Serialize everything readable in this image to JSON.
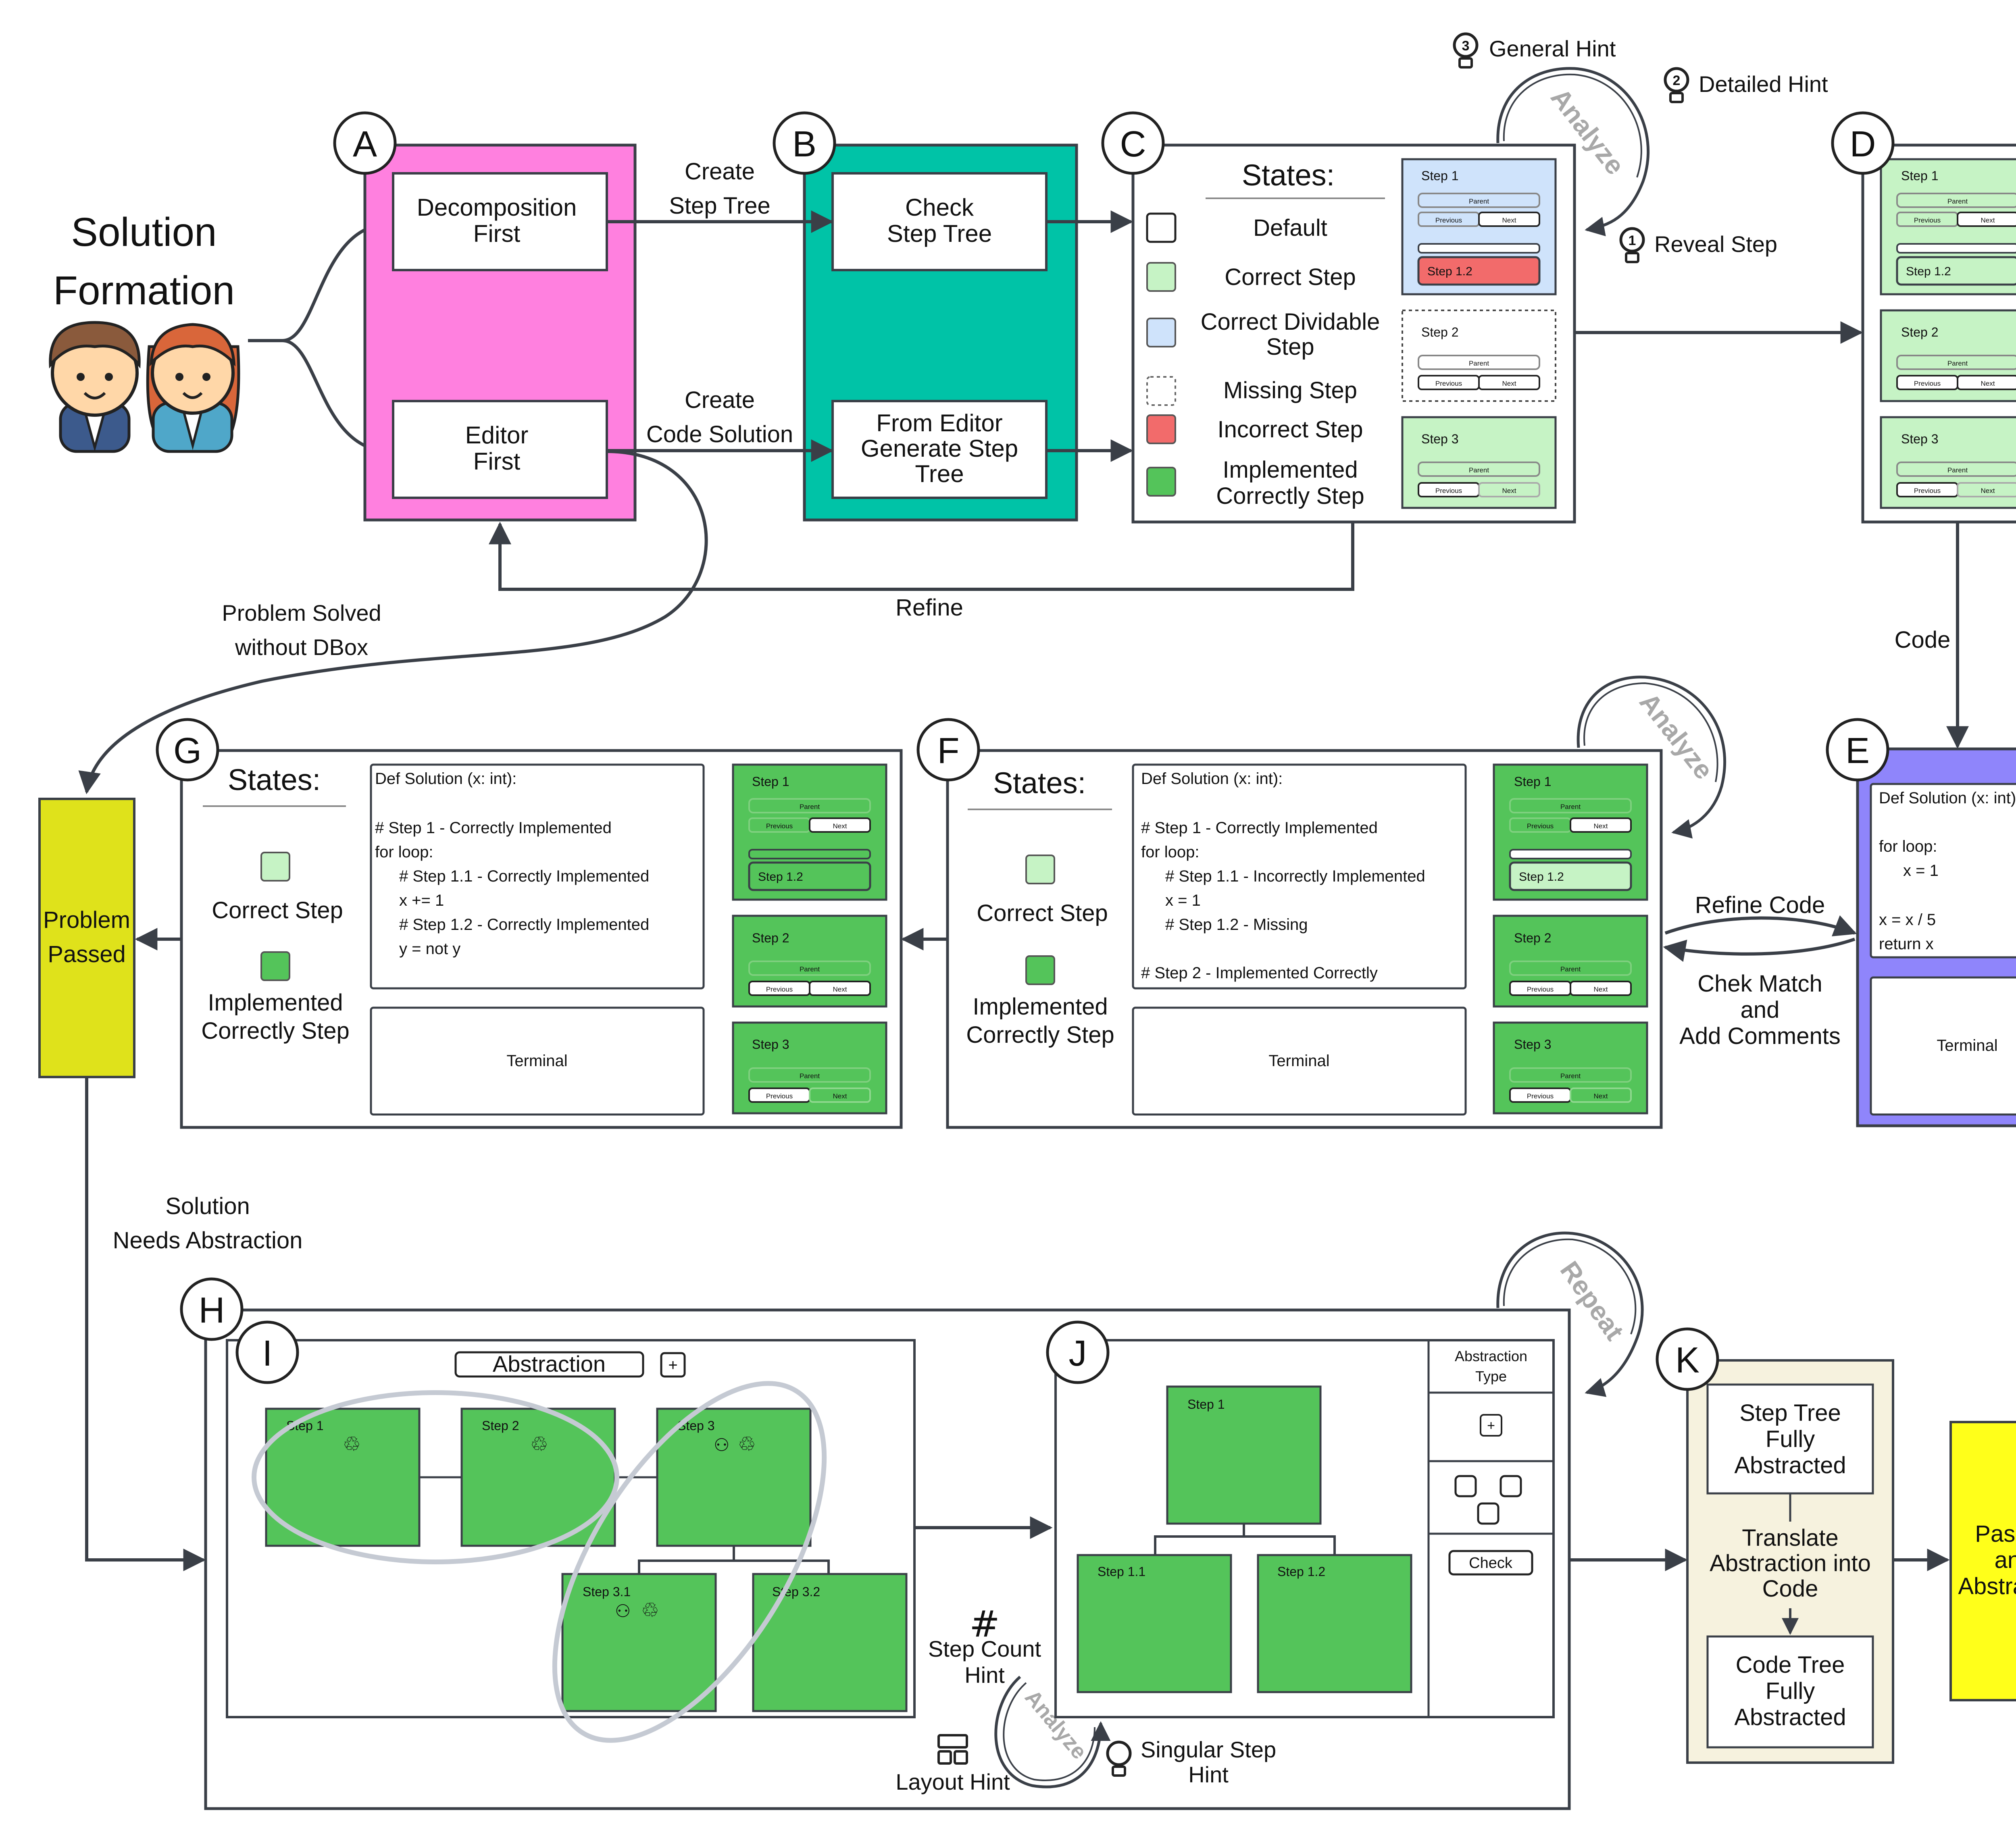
{
  "title": {
    "line1": "Solution",
    "line2": "Formation"
  },
  "circles": {
    "a": "A",
    "b": "B",
    "c": "C",
    "d": "D",
    "e": "E",
    "f": "F",
    "g": "G",
    "h": "H",
    "i": "I",
    "j": "J",
    "k": "K"
  },
  "boxA": {
    "top1": "Decomposition",
    "top2": "First",
    "bot1": "Editor",
    "bot2": "First"
  },
  "boxB": {
    "top1": "Check",
    "top2": "Step Tree",
    "bot1": "From Editor",
    "bot2": "Generate Step",
    "bot3": "Tree"
  },
  "flow": {
    "create_step_tree_1": "Create",
    "create_step_tree_2": "Step Tree",
    "create_code_1": "Create",
    "create_code_2": "Code Solution",
    "refine": "Refine",
    "solved_1": "Problem Solved",
    "solved_2": "without DBox",
    "code": "Code",
    "refine_code": "Refine Code",
    "check_1": "Chek Match",
    "check_2": "and",
    "check_3": "Add Comments",
    "abstraction_1": "Solution",
    "abstraction_2": "Needs Abstraction"
  },
  "hints": {
    "general": "General Hint",
    "detailed": "Detailed Hint",
    "reveal": "Reveal Step",
    "analyze": "Analyze",
    "repeat": "Repeat",
    "step_count_1": "Step Count",
    "step_count_2": "Hint",
    "layout": "Layout  Hint",
    "singular_1": "Singular Step",
    "singular_2": "Hint",
    "num3": "3",
    "num2": "2",
    "num1": "1"
  },
  "states_c": {
    "title": "States:",
    "default": "Default",
    "correct": "Correct Step",
    "dividable_1": "Correct Dividable",
    "dividable_2": "Step",
    "missing": "Missing Step",
    "incorrect": "Incorrect Step",
    "impl_1": "Implemented",
    "impl_2": "Correctly Step"
  },
  "states_fg": {
    "title": "States:",
    "correct": "Correct Step",
    "impl_1": "Implemented",
    "impl_2": "Correctly Step"
  },
  "card": {
    "step1": "Step 1",
    "step2": "Step 2",
    "step3": "Step 3",
    "step12": "Step 1.2",
    "parent": "Parent",
    "previous": "Previous",
    "next": "Next"
  },
  "code_e": {
    "l1": "Def Solution (x: int):",
    "l2": "for loop:",
    "l3": "x = 1",
    "l4": "x = x / 5",
    "l5": "return x"
  },
  "code_f": {
    "l1": "Def Solution (x: int):",
    "l2": "# Step 1 - Correctly Implemented",
    "l3": "for loop:",
    "l4": "# Step 1.1 - Incorrectly Implemented",
    "l5": "x = 1",
    "l6": "# Step 1.2 - Missing",
    "l7": "# Step 2 - Implemented Correctly"
  },
  "code_g": {
    "l1": "Def Solution (x: int):",
    "l2": "# Step 1 - Correctly Implemented",
    "l3": "for loop:",
    "l4": "# Step 1.1 - Correctly Implemented",
    "l5": "x += 1",
    "l6": "# Step 1.2 - Correctly Implemented",
    "l7": "y = not y"
  },
  "terminal": "Terminal",
  "problem_passed": {
    "l1": "Problem",
    "l2": "Passed"
  },
  "section_i": {
    "title": "Abstraction",
    "plus": "+",
    "s1": "Step 1",
    "s2": "Step 2",
    "s3": "Step 3",
    "s31": "Step 3.1",
    "s32": "Step 3.2",
    "recycle": "♲",
    "people": "⚇"
  },
  "section_j": {
    "s1": "Step 1",
    "s11": "Step 1.1",
    "s12": "Step 1.2",
    "type_1": "Abstraction",
    "type_2": "Type",
    "plus": "+",
    "check": "Check"
  },
  "section_k": {
    "a1": "Step Tree",
    "a2": "Fully",
    "a3": "Abstracted",
    "t1": "Translate",
    "t2": "Abstraction into",
    "t3": "Code",
    "b1": "Code Tree",
    "b2": "Fully",
    "b3": "Abstracted"
  },
  "final": {
    "l1": "Passed",
    "l2": "and",
    "l3": "Abstracted"
  },
  "hash": "#",
  "colors": {
    "pink": "#ff80df",
    "teal": "#00c3a7",
    "purple": "#8f85fb",
    "olive": "#dfe21b",
    "yellow": "#ffff1a",
    "cream": "#f6f2de",
    "green_dark": "#54c45a",
    "green_light": "#c6f3c5",
    "blue_light": "#cfe3fb",
    "red": "#f26b6b",
    "gray": "#c8c8c8",
    "stroke": "#3a3f47"
  }
}
